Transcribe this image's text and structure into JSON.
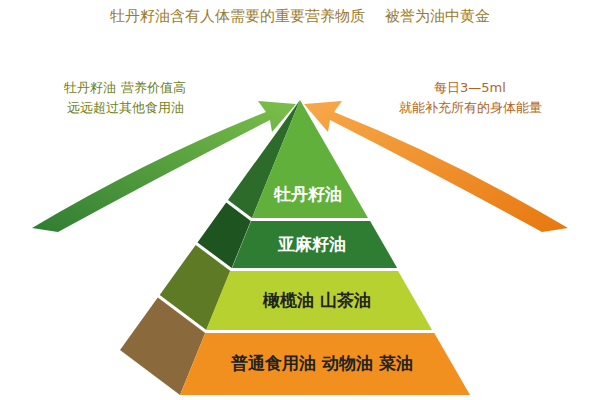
{
  "diagram": {
    "title": "牡丹籽油含有人体需要的重要营养物质    被誉为油中黄金",
    "nodes": [
      {
        "text": [
          "牡丹籽油"
        ]
      },
      {
        "text": [
          "亚麻籽油"
        ]
      },
      {
        "text": [
          "橄榄油 山茶油"
        ]
      },
      {
        "text": [
          "普通食用油 动物油 菜油"
        ]
      }
    ],
    "labels": [
      "牡丹籽油 营养价值高 远远超过其他食用油",
      "每日3—5ml 就能补充所有的身体能量"
    ]
  }
}
